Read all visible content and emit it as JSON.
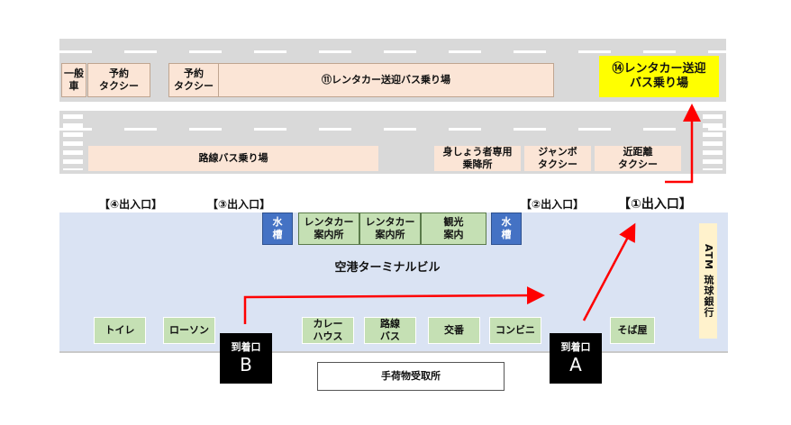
{
  "colors": {
    "road": "#d9d9d9",
    "terminal": "#dae3f3",
    "peach": "#fbe5d6",
    "green": "#c5e0b4",
    "blue": "#4472c4",
    "highlight": "#ffff00",
    "arrow": "#ff0000"
  },
  "top_row": {
    "general_car": "一般\n車",
    "reserved_taxi_1": "予約\nタクシー",
    "reserved_taxi_2": "予約\nタクシー",
    "rental_bus_11": "⑪レンタカー送迎バス乗り場",
    "rental_bus_14": "⑭レンタカー送迎\nバス乗り場"
  },
  "second_row": {
    "route_bus": "路線バス乗り場",
    "disabled_stop": "身しょう者専用\n乗降所",
    "jumbo_taxi": "ジャンボ\nタクシー",
    "short_taxi": "近距離\nタクシー"
  },
  "entrances": {
    "e4": "【④出入口】",
    "e3": "【③出入口】",
    "e2": "【②出入口】",
    "e1": "【①出入口】"
  },
  "terminal": {
    "name": "空港ターミナルビル",
    "water_tank": "水\n槽",
    "rental_info_1": "レンタカー\n案内所",
    "rental_info_2": "レンタカー\n案内所",
    "tourism_info": "観光\n案内",
    "atm": "ATM\n琉球銀行",
    "shops": {
      "toilet": "トイレ",
      "lawson": "ローソン",
      "curry": "カレー\nハウス",
      "route_bus": "路線\nバス",
      "police": "交番",
      "convenience": "コンビニ",
      "soba": "そば屋"
    }
  },
  "arrivals": {
    "b_label": "到着口",
    "b_letter": "B",
    "a_label": "到着口",
    "a_letter": "A"
  },
  "baggage": "手荷物受取所"
}
